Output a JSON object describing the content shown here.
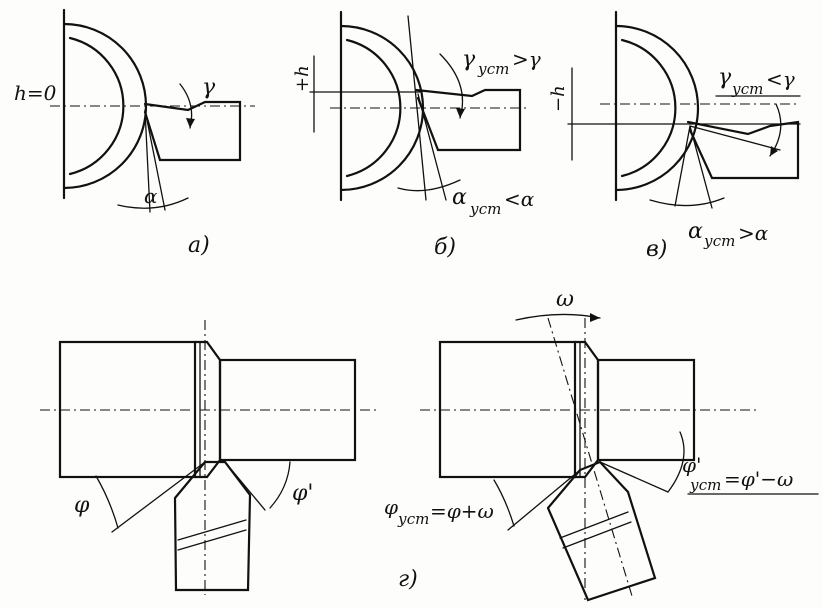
{
  "panels": {
    "a": {
      "caption": "а)",
      "h_label": "h=0",
      "gamma": "γ",
      "alpha": "α"
    },
    "b": {
      "caption": "б)",
      "h_label": "+h",
      "gamma_rel": "γ",
      "gamma_sub": "уст",
      "gamma_tail": ">γ",
      "alpha_rel": "α",
      "alpha_sub": "уст",
      "alpha_tail": "<α"
    },
    "v": {
      "caption": "в)",
      "h_label": "−h",
      "gamma_rel": "γ",
      "gamma_sub": "уст",
      "gamma_tail": "<γ",
      "alpha_rel": "α",
      "alpha_sub": "уст",
      "alpha_tail": ">α"
    },
    "g": {
      "caption": "г)",
      "phi": "φ",
      "phi_prime": "φ'",
      "omega": "ω",
      "phi_set_main": "φ",
      "phi_set_sub": "уст",
      "phi_set_tail": "=φ+ω",
      "phi_prime_set_main": "φ'",
      "phi_prime_set_sub": "уст",
      "phi_prime_set_tail": "=φ'−ω"
    }
  }
}
